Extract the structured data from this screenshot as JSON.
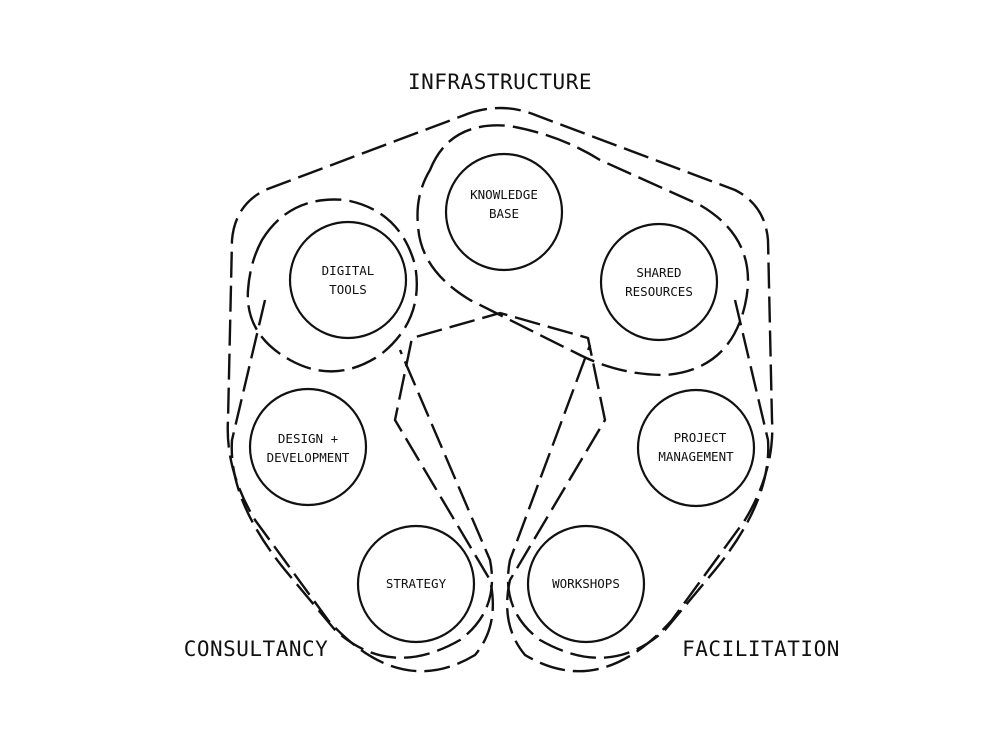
{
  "groups": {
    "infrastructure": "INFRASTRUCTURE",
    "consultancy": "CONSULTANCY",
    "facilitation": "FACILITATION"
  },
  "nodes": {
    "knowledge_base": [
      "KNOWLEDGE",
      "BASE"
    ],
    "shared_resources": [
      "SHARED",
      "RESOURCES"
    ],
    "digital_tools": [
      "DIGITAL",
      "TOOLS"
    ],
    "design_development": [
      "DESIGN +",
      "DEVELOPMENT"
    ],
    "project_management": [
      "PROJECT",
      "MANAGEMENT"
    ],
    "strategy": [
      "STRATEGY"
    ],
    "workshops": [
      "WORKSHOPS"
    ]
  },
  "colors": {
    "stroke": "#111111",
    "background": "#ffffff"
  }
}
